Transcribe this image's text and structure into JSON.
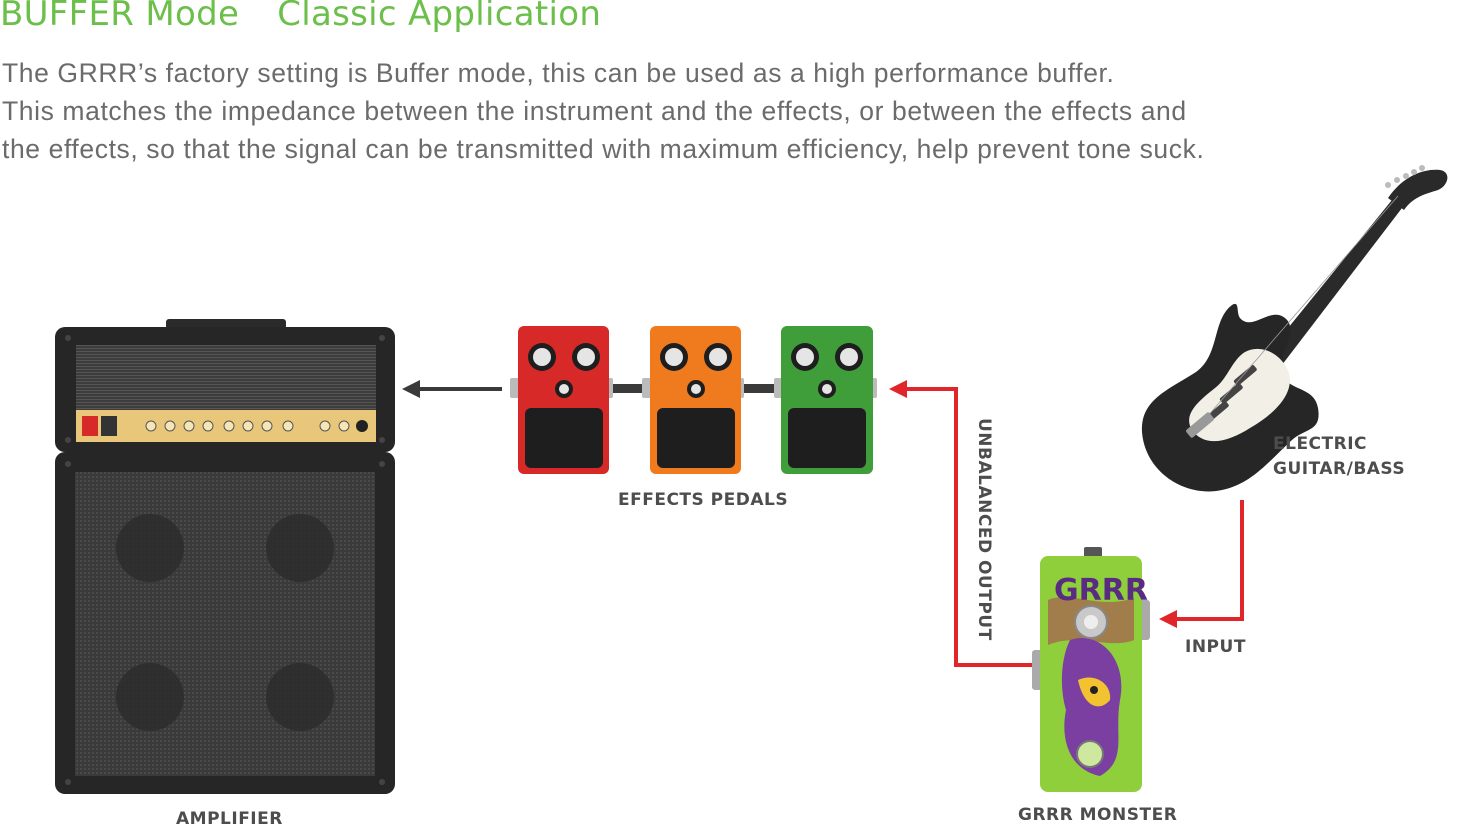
{
  "header": {
    "title_mode": "BUFFER Mode",
    "title_app": "Classic Application"
  },
  "description": {
    "line1": "The GRRR’s factory setting is Buffer mode, this can be used as a high performance buffer.",
    "line2": "This matches the impedance between the instrument and the effects, or between the effects and",
    "line3": "the effects, so that the signal can be transmitted with maximum efficiency, help prevent tone suck."
  },
  "labels": {
    "amplifier": "AMPLIFIER",
    "effects_pedals": "EFFECTS PEDALS",
    "unbalanced_output": "UNBALANCED OUTPUT",
    "input": "INPUT",
    "guitar_line1": "ELECTRIC",
    "guitar_line2": "GUITAR/BASS",
    "grrr_monster": "GRRR MONSTER",
    "pedal_logo": "GRRR"
  },
  "colors": {
    "title_green": "#6cbf4a",
    "signal_red": "#e0262b",
    "pedal_red": "#d72a28",
    "pedal_orange": "#f07a1e",
    "pedal_green": "#3f9e3a",
    "grrr_green": "#8fcf3c",
    "amp_black": "#262626",
    "amp_gold": "#e8c77a"
  },
  "icons": {
    "amplifier": "amp-stack-icon",
    "effects": "stompbox-icon",
    "guitar": "electric-guitar-icon",
    "grrr": "grrr-pedal-icon"
  }
}
